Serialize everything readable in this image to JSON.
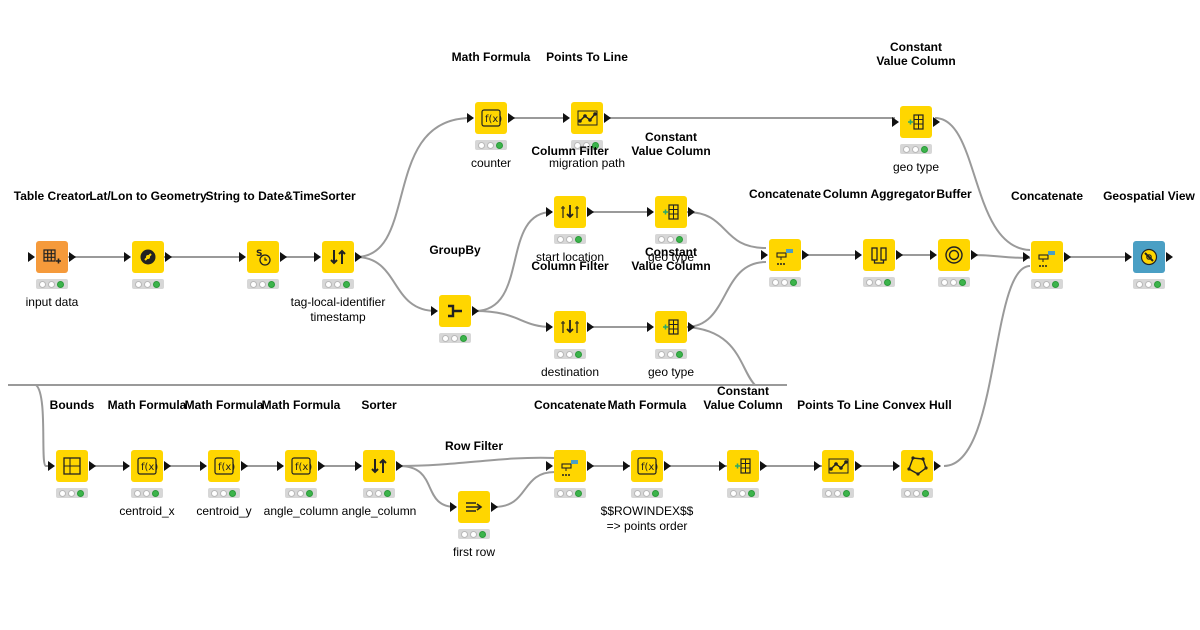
{
  "colors": {
    "node_default": "#ffd600",
    "node_source": "#f59a3b",
    "node_view": "#4a9fc4",
    "status_ok": "#3cb44b",
    "connection": "#9a9a9a"
  },
  "nodes": {
    "table_creator": {
      "title": "Table Creator",
      "annotation": "input data",
      "icon": "table-icon"
    },
    "latlon_geometry": {
      "title": "Lat/Lon to Geometry",
      "annotation": "",
      "icon": "geometry-icon"
    },
    "string_datetime": {
      "title": "String to Date&Time",
      "annotation": "",
      "icon": "clock-icon"
    },
    "sorter_1": {
      "title": "Sorter",
      "annotation": "tag-local-identifier\ntimestamp",
      "icon": "sort-icon"
    },
    "math_formula_top": {
      "title": "Math Formula",
      "annotation": "counter",
      "icon": "fx-icon"
    },
    "points_to_line_top": {
      "title": "Points To Line",
      "annotation": "migration path",
      "icon": "points-line-icon"
    },
    "const_col_top": {
      "title": "Constant\nValue Column",
      "annotation": "geo type",
      "icon": "add-column-icon"
    },
    "column_filter_1": {
      "title": "Column Filter",
      "annotation": "start location",
      "icon": "filter-icon"
    },
    "const_col_start": {
      "title": "Constant\nValue Column",
      "annotation": "geo type",
      "icon": "add-column-icon"
    },
    "groupby": {
      "title": "GroupBy",
      "annotation": "",
      "icon": "groupby-icon"
    },
    "column_filter_2": {
      "title": "Column Filter",
      "annotation": "destination",
      "icon": "filter-icon"
    },
    "const_col_dest": {
      "title": "Constant\nValue Column",
      "annotation": "geo type",
      "icon": "add-column-icon"
    },
    "concatenate_1": {
      "title": "Concatenate",
      "annotation": "",
      "icon": "concatenate-icon"
    },
    "column_aggregator": {
      "title": "Column Aggregator",
      "annotation": "",
      "icon": "aggregator-icon"
    },
    "buffer": {
      "title": "Buffer",
      "annotation": "",
      "icon": "buffer-icon"
    },
    "concatenate_2": {
      "title": "Concatenate",
      "annotation": "",
      "icon": "concatenate-icon"
    },
    "geospatial_view": {
      "title": "Geospatial View",
      "annotation": "",
      "icon": "map-view-icon"
    },
    "bounds": {
      "title": "Bounds",
      "annotation": "",
      "icon": "bounds-icon"
    },
    "math_formula_cx": {
      "title": "Math Formula",
      "annotation": "centroid_x",
      "icon": "fx-icon"
    },
    "math_formula_cy": {
      "title": "Math Formula",
      "annotation": "centroid_y",
      "icon": "fx-icon"
    },
    "math_formula_angle": {
      "title": "Math Formula",
      "annotation": "angle_column",
      "icon": "fx-icon"
    },
    "sorter_2": {
      "title": "Sorter",
      "annotation": "angle_column",
      "icon": "sort-icon"
    },
    "row_filter": {
      "title": "Row Filter",
      "annotation": "first row",
      "icon": "row-filter-icon"
    },
    "concatenate_3": {
      "title": "Concatenate",
      "annotation": "",
      "icon": "concatenate-icon"
    },
    "math_formula_rowindex": {
      "title": "Math Formula",
      "annotation": "$$ROWINDEX$$\n=> points order",
      "icon": "fx-icon"
    },
    "const_col_bottom": {
      "title": "Constant\nValue Column",
      "annotation": "",
      "icon": "add-column-icon"
    },
    "points_to_line_bottom": {
      "title": "Points To Line",
      "annotation": "",
      "icon": "points-line-icon"
    },
    "convex_hull": {
      "title": "Convex Hull",
      "annotation": "",
      "icon": "convex-hull-icon"
    }
  }
}
